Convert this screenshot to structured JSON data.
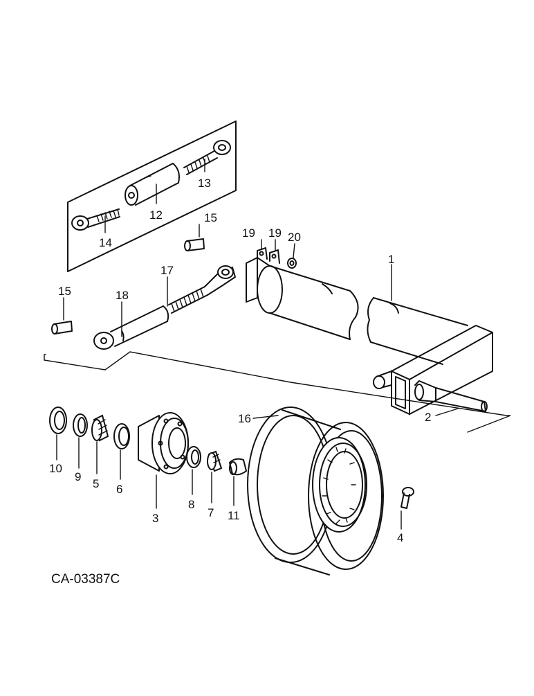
{
  "diagram": {
    "drawing_code": "CA-03387C",
    "callouts": {
      "c1": "1",
      "c2": "2",
      "c3": "3",
      "c4": "4",
      "c5": "5",
      "c6": "6",
      "c7": "7",
      "c8": "8",
      "c9": "9",
      "c10": "10",
      "c11": "11",
      "c12": "12",
      "c13": "13",
      "c14": "14",
      "c15a": "15",
      "c15b": "15",
      "c16": "16",
      "c17": "17",
      "c18": "18",
      "c19a": "19",
      "c19b": "19",
      "c20": "20"
    }
  }
}
